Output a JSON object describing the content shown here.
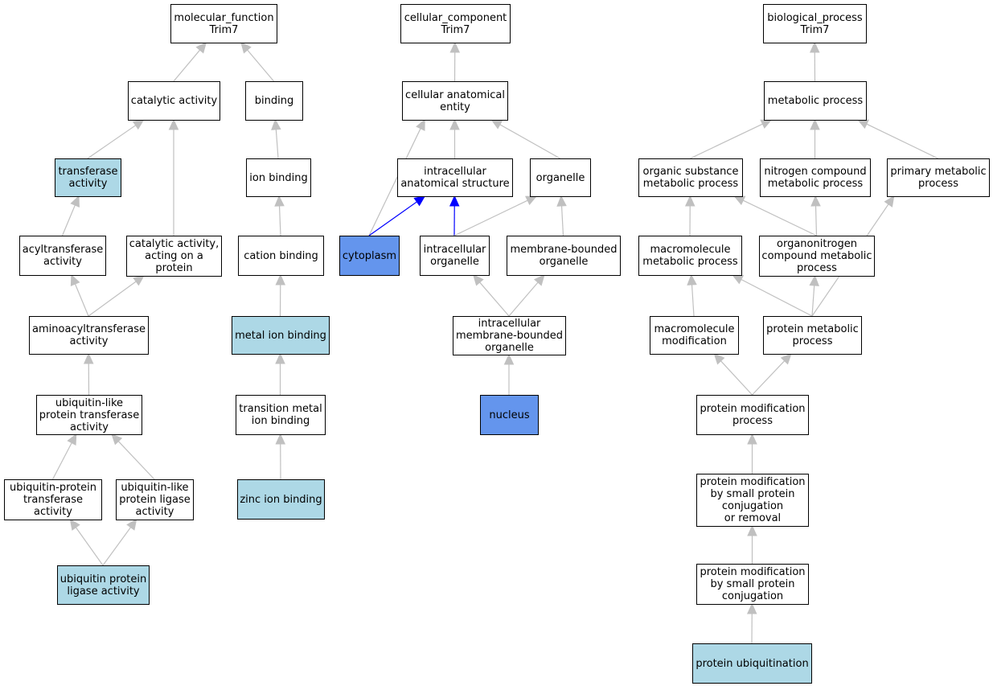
{
  "graph": {
    "colors": {
      "default_fill": "#ffffff",
      "annotated_fill": "#add8e6",
      "highlight_fill": "#6495ed",
      "edge": "#c0c0c0",
      "highlight_edge": "#0000ff",
      "border": "#000000"
    },
    "nodes": [
      {
        "id": "mf",
        "label": "molecular_function\nTrim7",
        "style": "default"
      },
      {
        "id": "catalytic",
        "label": "catalytic activity",
        "style": "default"
      },
      {
        "id": "binding",
        "label": "binding",
        "style": "default"
      },
      {
        "id": "transferase",
        "label": "transferase\nactivity",
        "style": "annotated"
      },
      {
        "id": "ionbinding",
        "label": "ion binding",
        "style": "default"
      },
      {
        "id": "acyltransferase",
        "label": "acyltransferase\nactivity",
        "style": "default"
      },
      {
        "id": "catprotein",
        "label": "catalytic activity,\nacting on a\nprotein",
        "style": "default"
      },
      {
        "id": "cationbinding",
        "label": "cation binding",
        "style": "default"
      },
      {
        "id": "aminoacyl",
        "label": "aminoacyltransferase\nactivity",
        "style": "default"
      },
      {
        "id": "metalion",
        "label": "metal ion binding",
        "style": "annotated"
      },
      {
        "id": "ubllike",
        "label": "ubiquitin-like\nprotein transferase\nactivity",
        "style": "default"
      },
      {
        "id": "transmetal",
        "label": "transition metal\nion binding",
        "style": "default"
      },
      {
        "id": "ubprottransf",
        "label": "ubiquitin-protein\ntransferase\nactivity",
        "style": "default"
      },
      {
        "id": "ublligase",
        "label": "ubiquitin-like\nprotein ligase\nactivity",
        "style": "default"
      },
      {
        "id": "zinc",
        "label": "zinc ion binding",
        "style": "annotated"
      },
      {
        "id": "ubligase",
        "label": "ubiquitin protein\nligase activity",
        "style": "annotated"
      },
      {
        "id": "cc",
        "label": "cellular_component\nTrim7",
        "style": "default"
      },
      {
        "id": "cae",
        "label": "cellular anatomical\nentity",
        "style": "default"
      },
      {
        "id": "ias",
        "label": "intracellular\nanatomical structure",
        "style": "default"
      },
      {
        "id": "organelle",
        "label": "organelle",
        "style": "default"
      },
      {
        "id": "cytoplasm",
        "label": "cytoplasm",
        "style": "highlight"
      },
      {
        "id": "intraorg",
        "label": "intracellular\norganelle",
        "style": "default"
      },
      {
        "id": "mbo",
        "label": "membrane-bounded\norganelle",
        "style": "default"
      },
      {
        "id": "imbo",
        "label": "intracellular\nmembrane-bounded\norganelle",
        "style": "default"
      },
      {
        "id": "nucleus",
        "label": "nucleus",
        "style": "highlight"
      },
      {
        "id": "bp",
        "label": "biological_process\nTrim7",
        "style": "default"
      },
      {
        "id": "metabolic",
        "label": "metabolic process",
        "style": "default"
      },
      {
        "id": "organicsub",
        "label": "organic substance\nmetabolic process",
        "style": "default"
      },
      {
        "id": "nitrogen",
        "label": "nitrogen compound\nmetabolic process",
        "style": "default"
      },
      {
        "id": "primary",
        "label": "primary metabolic\nprocess",
        "style": "default"
      },
      {
        "id": "macromol",
        "label": "macromolecule\nmetabolic process",
        "style": "default"
      },
      {
        "id": "organonitrogen",
        "label": "organonitrogen\ncompound metabolic\nprocess",
        "style": "default"
      },
      {
        "id": "macromod",
        "label": "macromolecule\nmodification",
        "style": "default"
      },
      {
        "id": "protmetab",
        "label": "protein metabolic\nprocess",
        "style": "default"
      },
      {
        "id": "protmod",
        "label": "protein modification\nprocess",
        "style": "default"
      },
      {
        "id": "protmodsmall",
        "label": "protein modification\nby small protein\nconjugation\nor removal",
        "style": "default"
      },
      {
        "id": "protmodconj",
        "label": "protein modification\nby small protein\nconjugation",
        "style": "default"
      },
      {
        "id": "ubiquitination",
        "label": "protein ubiquitination",
        "style": "annotated"
      }
    ],
    "edges": [
      {
        "from": "catalytic",
        "to": "mf"
      },
      {
        "from": "binding",
        "to": "mf"
      },
      {
        "from": "transferase",
        "to": "catalytic"
      },
      {
        "from": "catprotein",
        "to": "catalytic"
      },
      {
        "from": "ionbinding",
        "to": "binding"
      },
      {
        "from": "acyltransferase",
        "to": "transferase"
      },
      {
        "from": "cationbinding",
        "to": "ionbinding"
      },
      {
        "from": "aminoacyl",
        "to": "acyltransferase"
      },
      {
        "from": "aminoacyl",
        "to": "catprotein"
      },
      {
        "from": "metalion",
        "to": "cationbinding"
      },
      {
        "from": "ubllike",
        "to": "aminoacyl"
      },
      {
        "from": "transmetal",
        "to": "metalion"
      },
      {
        "from": "ubprottransf",
        "to": "ubllike"
      },
      {
        "from": "ublligase",
        "to": "ubllike"
      },
      {
        "from": "zinc",
        "to": "transmetal"
      },
      {
        "from": "ubligase",
        "to": "ubprottransf"
      },
      {
        "from": "ubligase",
        "to": "ublligase"
      },
      {
        "from": "cae",
        "to": "cc"
      },
      {
        "from": "ias",
        "to": "cae"
      },
      {
        "from": "organelle",
        "to": "cae"
      },
      {
        "from": "cytoplasm",
        "to": "cae"
      },
      {
        "from": "cytoplasm",
        "to": "ias",
        "style": "highlight"
      },
      {
        "from": "intraorg",
        "to": "ias",
        "style": "highlight"
      },
      {
        "from": "intraorg",
        "to": "organelle"
      },
      {
        "from": "mbo",
        "to": "organelle"
      },
      {
        "from": "imbo",
        "to": "intraorg"
      },
      {
        "from": "imbo",
        "to": "mbo"
      },
      {
        "from": "nucleus",
        "to": "imbo"
      },
      {
        "from": "metabolic",
        "to": "bp"
      },
      {
        "from": "organicsub",
        "to": "metabolic"
      },
      {
        "from": "nitrogen",
        "to": "metabolic"
      },
      {
        "from": "primary",
        "to": "metabolic"
      },
      {
        "from": "macromol",
        "to": "organicsub"
      },
      {
        "from": "organonitrogen",
        "to": "organicsub"
      },
      {
        "from": "organonitrogen",
        "to": "nitrogen"
      },
      {
        "from": "macromod",
        "to": "macromol"
      },
      {
        "from": "protmetab",
        "to": "macromol"
      },
      {
        "from": "protmetab",
        "to": "organonitrogen"
      },
      {
        "from": "protmetab",
        "to": "primary"
      },
      {
        "from": "protmod",
        "to": "macromod"
      },
      {
        "from": "protmod",
        "to": "protmetab"
      },
      {
        "from": "protmodsmall",
        "to": "protmod"
      },
      {
        "from": "protmodconj",
        "to": "protmodsmall"
      },
      {
        "from": "ubiquitination",
        "to": "protmodconj"
      }
    ]
  }
}
